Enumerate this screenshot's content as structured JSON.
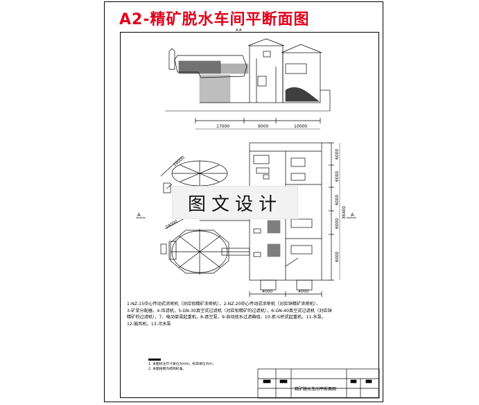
{
  "title": "A2-精矿脱水车间平断面图",
  "section_label": "A-A",
  "section_arrow_left": "A",
  "section_arrow_right": "A",
  "dimensions_bottom": [
    "17000",
    "9000",
    "10000"
  ],
  "dimensions_right": [
    "6000",
    "6000",
    "6000",
    "6000",
    "6000"
  ],
  "dimension_total": "36400",
  "dimension_plan_bottom": [
    "4000",
    "4000"
  ],
  "circle_dims": [
    "16000",
    "24000"
  ],
  "watermark": "图文设计",
  "legend": [
    "1-NZ-15中心传动式浓密机（对应铅精矿浓密机），2-NZ-20中心传动式浓密机（对应锌精矿浓密机），",
    "3-矿浆分配器，4-压滤机，5-GN-30真空式过滤机（对应铅精矿的过滤机），6-GN-40真空式过滤机（对应锌",
    "精矿的过滤机），7、电动单梁起重机，8-真空泵，9-自动放水过滤箱组，10-抓斗桥式起重机，11-水泵，",
    "12-鼓风机，13-污水泵"
  ],
  "notes": [
    "1. 本图标注尺寸单位为mm，标高单位为m；",
    "2. 本图按纲为结构标准。"
  ],
  "title_block": {
    "drawing_name": "精矿脱水车间平断面图"
  }
}
